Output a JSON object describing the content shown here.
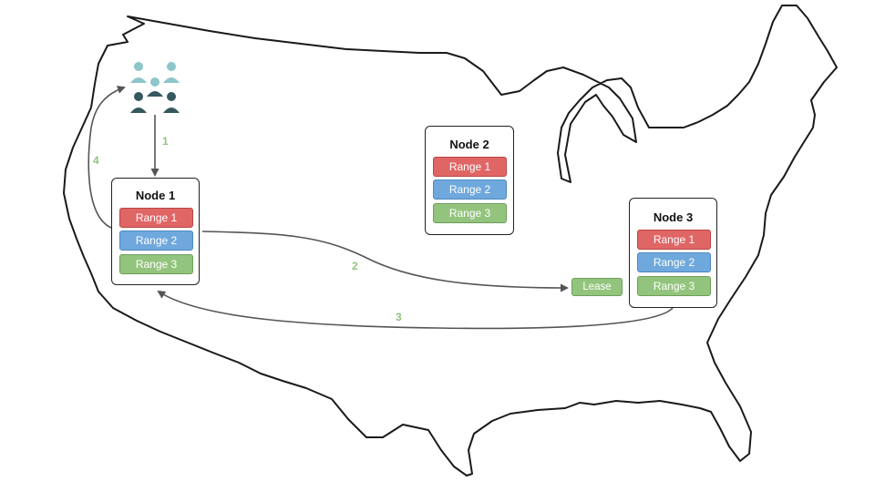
{
  "colors": {
    "range_1": "#e06666",
    "range_2": "#6fa8dc",
    "range_3": "#93c47d",
    "step_label": "#93c47d",
    "users_light": "#8cc6c9",
    "users_dark": "#35585f"
  },
  "icons": {
    "users": "users-group-icon"
  },
  "nodes": [
    {
      "title": "Node 1",
      "ranges": [
        "Range 1",
        "Range 2",
        "Range 3"
      ]
    },
    {
      "title": "Node 2",
      "ranges": [
        "Range 1",
        "Range 2",
        "Range 3"
      ]
    },
    {
      "title": "Node 3",
      "ranges": [
        "Range 1",
        "Range 2",
        "Range 3"
      ]
    }
  ],
  "lease": {
    "label": "Lease"
  },
  "steps": [
    "1",
    "2",
    "3",
    "4"
  ]
}
